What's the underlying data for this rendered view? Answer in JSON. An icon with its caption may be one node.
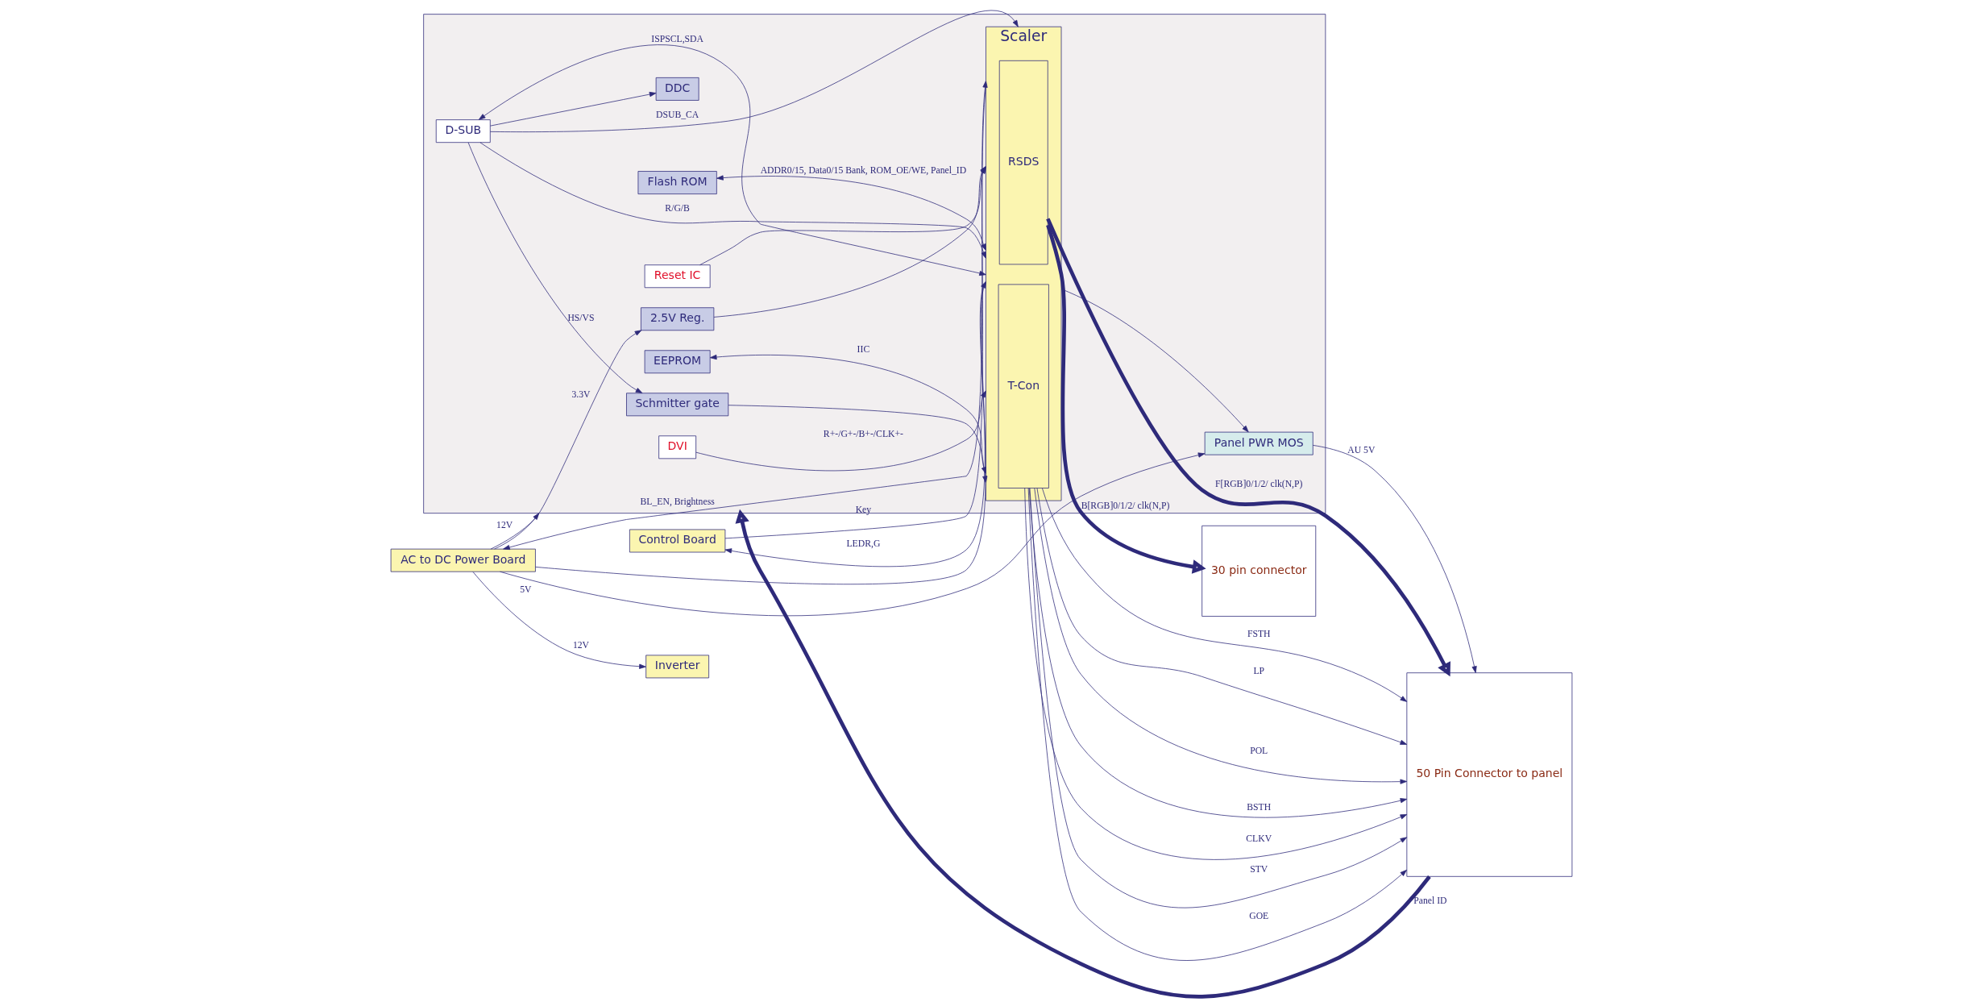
{
  "diagram": {
    "nodes": [
      {
        "text": [],
        "shape": "box"
      },
      {
        "text": [
          "Control Board"
        ]
      },
      {
        "text": [
          "Inverter"
        ]
      },
      {
        "text": [
          "AC to DC Power Board"
        ]
      },
      {
        "text": [
          "Reset IC"
        ],
        "in": 0
      },
      {
        "text": [
          "DVI"
        ],
        "in": 0
      },
      {
        "text": [
          "D-SUB"
        ],
        "in": 0
      },
      {
        "text": [
          "Schmitter gate"
        ],
        "in": 0
      },
      {
        "text": [
          "DDC"
        ],
        "in": 0
      },
      {
        "text": [
          "Flash ROM"
        ],
        "in": 0
      },
      {
        "text": [
          "EEPROM"
        ],
        "in": 0
      },
      {
        "text": [
          "Scaler"
        ],
        "in": 0
      },
      {
        "text": [
          "RSDS"
        ],
        "in": 11
      },
      {
        "text": [
          "T-Con"
        ],
        "in": 11
      },
      {
        "text": [
          "2.5V Reg."
        ],
        "in": 0
      },
      {
        "text": [
          "Panel PWR MOS"
        ],
        "in": 0
      },
      {
        "text": [
          "30 pin connector"
        ]
      },
      {
        "text": [
          "50 Pin Connector to panel"
        ]
      }
    ],
    "edges": [
      {
        "from": 1,
        "to": 11,
        "arrow": "to",
        "label": "Key"
      },
      {
        "from": 11,
        "to": 1,
        "arrow": "to",
        "label": "LEDR,G"
      },
      {
        "from": 4,
        "to": 11,
        "arrow": "to"
      },
      {
        "from": 5,
        "to": 11,
        "arrow": "to",
        "label": "R+-/G+-/B+-/CLK+-"
      },
      {
        "from": 6,
        "to": 11,
        "arrow": "to",
        "label": "R/G/B"
      },
      {
        "from": 6,
        "to": 7,
        "arrow": "to",
        "label": "HS/VS"
      },
      {
        "from": 7,
        "to": 11,
        "arrow": "to"
      },
      {
        "from": 6,
        "to": 11,
        "arrow": "to",
        "label": "DSUB_CA"
      },
      {
        "from": 6,
        "to": 11,
        "arrow": "both",
        "label": "ISPSCL,SDA"
      },
      {
        "from": 6,
        "to": 8,
        "arrow": "to"
      },
      {
        "from": 9,
        "to": 11,
        "arrow": "both",
        "label": "ADDR0/15, Data0/15 Bank, ROM_OE/WE, Panel_ID"
      },
      {
        "from": 10,
        "to": 11,
        "arrow": "both",
        "label": "IIC"
      },
      {
        "from": 11,
        "to": 3,
        "arrow": "to",
        "label": "BL_EN, Brightness"
      },
      {
        "from": 3,
        "to": 14,
        "arrow": "to",
        "label": "3.3V"
      },
      {
        "from": 3,
        "to": 11,
        "arrow": "to"
      },
      {
        "from": 14,
        "to": 11,
        "arrow": "to"
      },
      {
        "from": 3,
        "to": 15,
        "arrow": "to",
        "label": "5V"
      },
      {
        "from": 3,
        "to": 0,
        "arrow": "to",
        "label": "12V"
      },
      {
        "from": 3,
        "to": 2,
        "arrow": "to",
        "label": "12V"
      },
      {
        "from": 11,
        "to": 15,
        "arrow": "to"
      },
      {
        "from": 15,
        "to": 17,
        "arrow": "to",
        "label": "AU 5V"
      },
      {
        "from": 17,
        "to": 0,
        "arrow": "to",
        "label": "Panel ID",
        "style": "thick"
      },
      {
        "from": 12,
        "to": 16,
        "arrow": "to",
        "label": "B[RGB]0/1/2/ clk(N,P)",
        "style": "thick"
      },
      {
        "from": 12,
        "to": 17,
        "arrow": "to",
        "label": "F[RGB]0/1/2/ clk(N,P)",
        "style": "thick"
      },
      {
        "from": 13,
        "to": 17,
        "arrow": "to",
        "label": "FSTH"
      },
      {
        "from": 13,
        "to": 17,
        "arrow": "to",
        "label": "LP"
      },
      {
        "from": 13,
        "to": 17,
        "arrow": "to",
        "label": "POL"
      },
      {
        "from": 13,
        "to": 17,
        "arrow": "to",
        "label": "BSTH"
      },
      {
        "from": 13,
        "to": 17,
        "arrow": "to",
        "label": "CLKV"
      },
      {
        "from": 13,
        "to": 17,
        "arrow": "to",
        "label": "STV"
      },
      {
        "from": 13,
        "to": 17,
        "arrow": "to",
        "label": "GOE"
      }
    ]
  }
}
